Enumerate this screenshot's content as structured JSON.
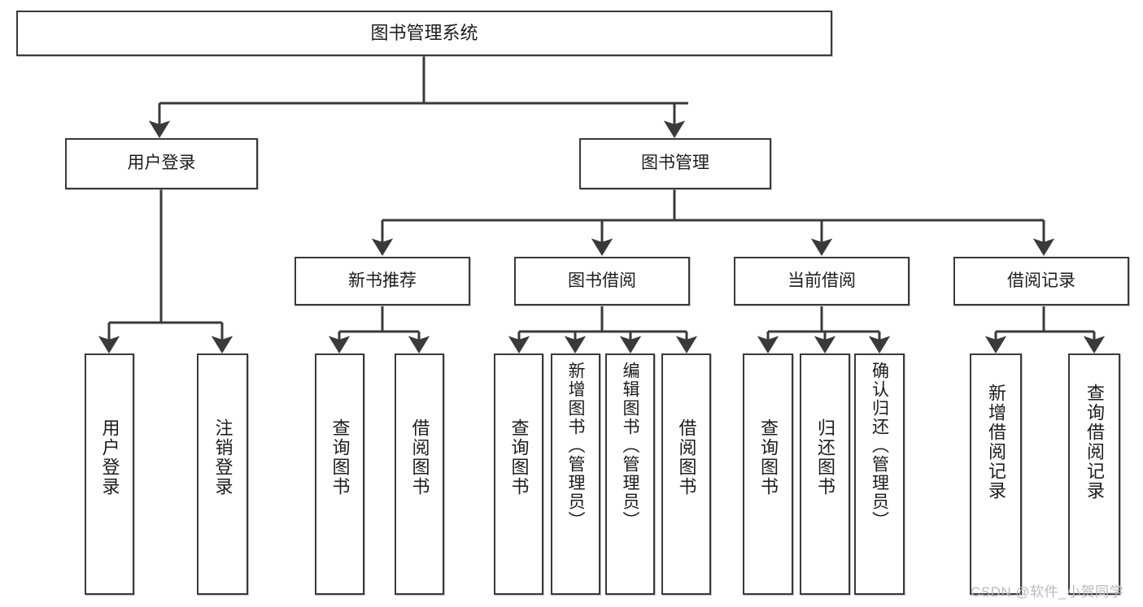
{
  "diagram": {
    "type": "hierarchy-tree",
    "title_node": {
      "label": "图书管理系统"
    },
    "level2": [
      {
        "id": "user-login",
        "label": "用户登录"
      },
      {
        "id": "book-management",
        "label": "图书管理"
      }
    ],
    "level3": [
      {
        "id": "new-book-recommend",
        "label": "新书推荐",
        "parent": "book-management"
      },
      {
        "id": "book-borrow",
        "label": "图书借阅",
        "parent": "book-management"
      },
      {
        "id": "current-borrow",
        "label": "当前借阅",
        "parent": "book-management"
      },
      {
        "id": "borrow-record",
        "label": "借阅记录",
        "parent": "book-management"
      }
    ],
    "leaves": [
      {
        "id": "leaf-user-login",
        "label": "用户登录",
        "parent": "user-login"
      },
      {
        "id": "leaf-logout-login",
        "label": "注销登录",
        "parent": "user-login"
      },
      {
        "id": "leaf-query-book-1",
        "label": "查询图书",
        "parent": "new-book-recommend"
      },
      {
        "id": "leaf-borrow-book-1",
        "label": "借阅图书",
        "parent": "new-book-recommend"
      },
      {
        "id": "leaf-query-book-2",
        "label": "查询图书",
        "parent": "book-borrow"
      },
      {
        "id": "leaf-add-book",
        "label": "新增图书（管理员）",
        "parent": "book-borrow"
      },
      {
        "id": "leaf-edit-book",
        "label": "编辑图书（管理员）",
        "parent": "book-borrow"
      },
      {
        "id": "leaf-borrow-book-2",
        "label": "借阅图书",
        "parent": "book-borrow"
      },
      {
        "id": "leaf-query-book-3",
        "label": "查询图书",
        "parent": "current-borrow"
      },
      {
        "id": "leaf-return-book",
        "label": "归还图书",
        "parent": "current-borrow"
      },
      {
        "id": "leaf-confirm-return",
        "label": "确认归还（管理员）",
        "parent": "current-borrow"
      },
      {
        "id": "leaf-add-record",
        "label": "新增借阅记录",
        "parent": "borrow-record"
      },
      {
        "id": "leaf-query-record",
        "label": "查询借阅记录",
        "parent": "borrow-record"
      }
    ],
    "watermark": "CSDN @软件_小贺同学",
    "colors": {
      "border": "#3a3a3a",
      "text": "#1c1c1c",
      "background": "#ffffff",
      "watermark": "#b9b9b9"
    }
  }
}
